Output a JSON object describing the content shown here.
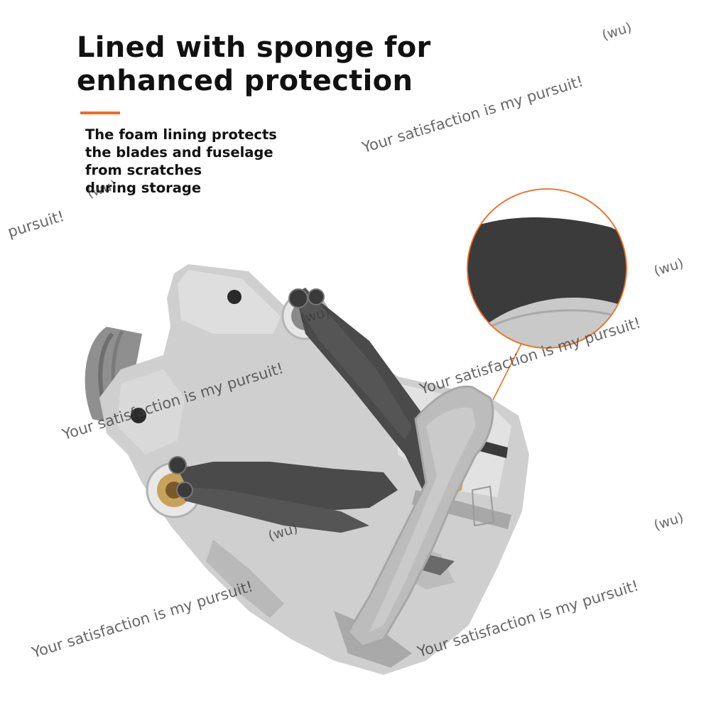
{
  "headline": {
    "line1": "Lined with sponge for",
    "line2": "enhanced protection"
  },
  "subtext": {
    "line1": "The foam lining protects",
    "line2": "the blades and fuselage",
    "line3": "from scratches",
    "line4": "during storage"
  },
  "watermark": {
    "slogan": "Your satisfaction is my pursuit!",
    "partial": "pursuit!",
    "tag": "(wu)"
  },
  "colors": {
    "accent": "#f26b21",
    "drone_body": "#cfcfcf",
    "propeller": "#4a4a4a",
    "strap": "#bdbdbd",
    "foam": "#3a3a3a"
  }
}
